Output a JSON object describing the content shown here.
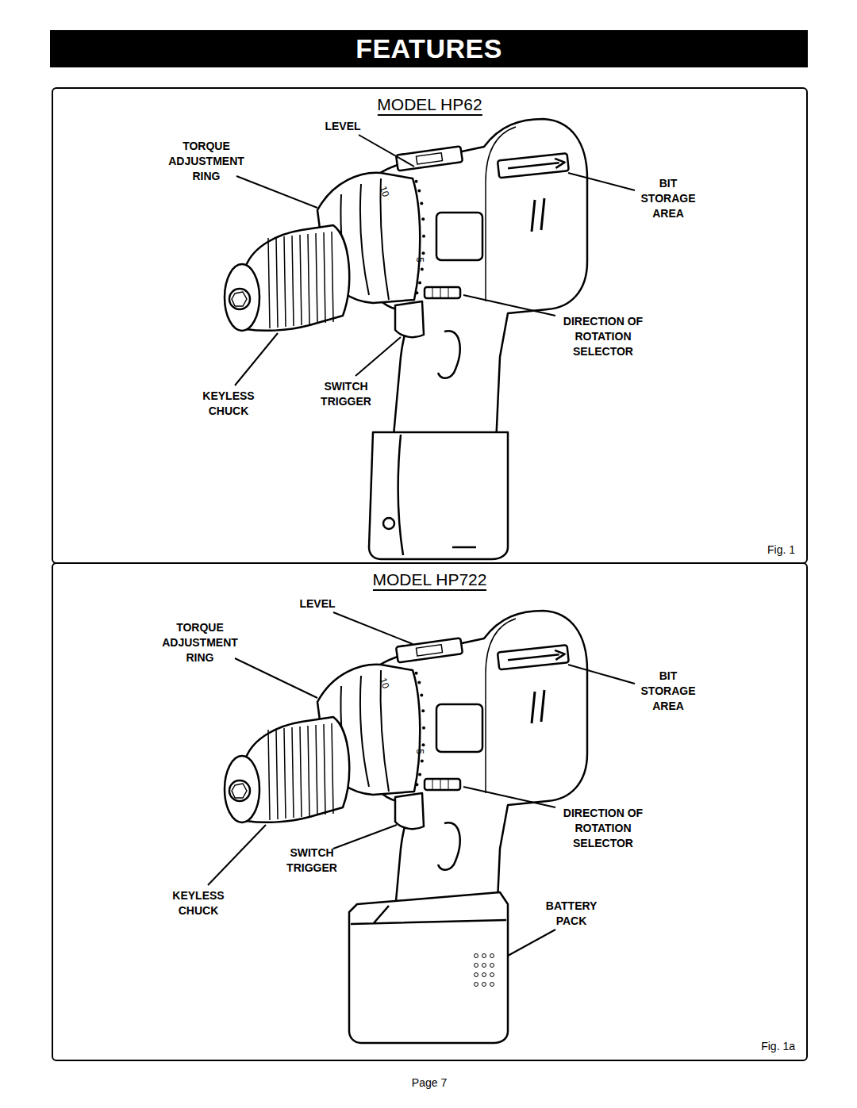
{
  "diagram": {
    "title": "FEATURES",
    "nodes": [
      {
        "text": [
          "MODEL HP62"
        ]
      },
      {
        "text": [
          "MODEL HP722"
        ]
      }
    ],
    "labels": [
      "LEVEL",
      "TORQUE ADJUSTMENT RING",
      "BIT STORAGE AREA",
      "DIRECTION OF ROTATION SELECTOR",
      "KEYLESS CHUCK",
      "SWITCH TRIGGER",
      "10",
      "5",
      "Fig. 1",
      "LEVEL",
      "TORQUE ADJUSTMENT RING",
      "BIT STORAGE AREA",
      "DIRECTION OF ROTATION SELECTOR",
      "SWITCH TRIGGER",
      "KEYLESS CHUCK",
      "BATTERY PACK",
      "10",
      "5",
      "Fig. 1a",
      "Page 7"
    ]
  }
}
